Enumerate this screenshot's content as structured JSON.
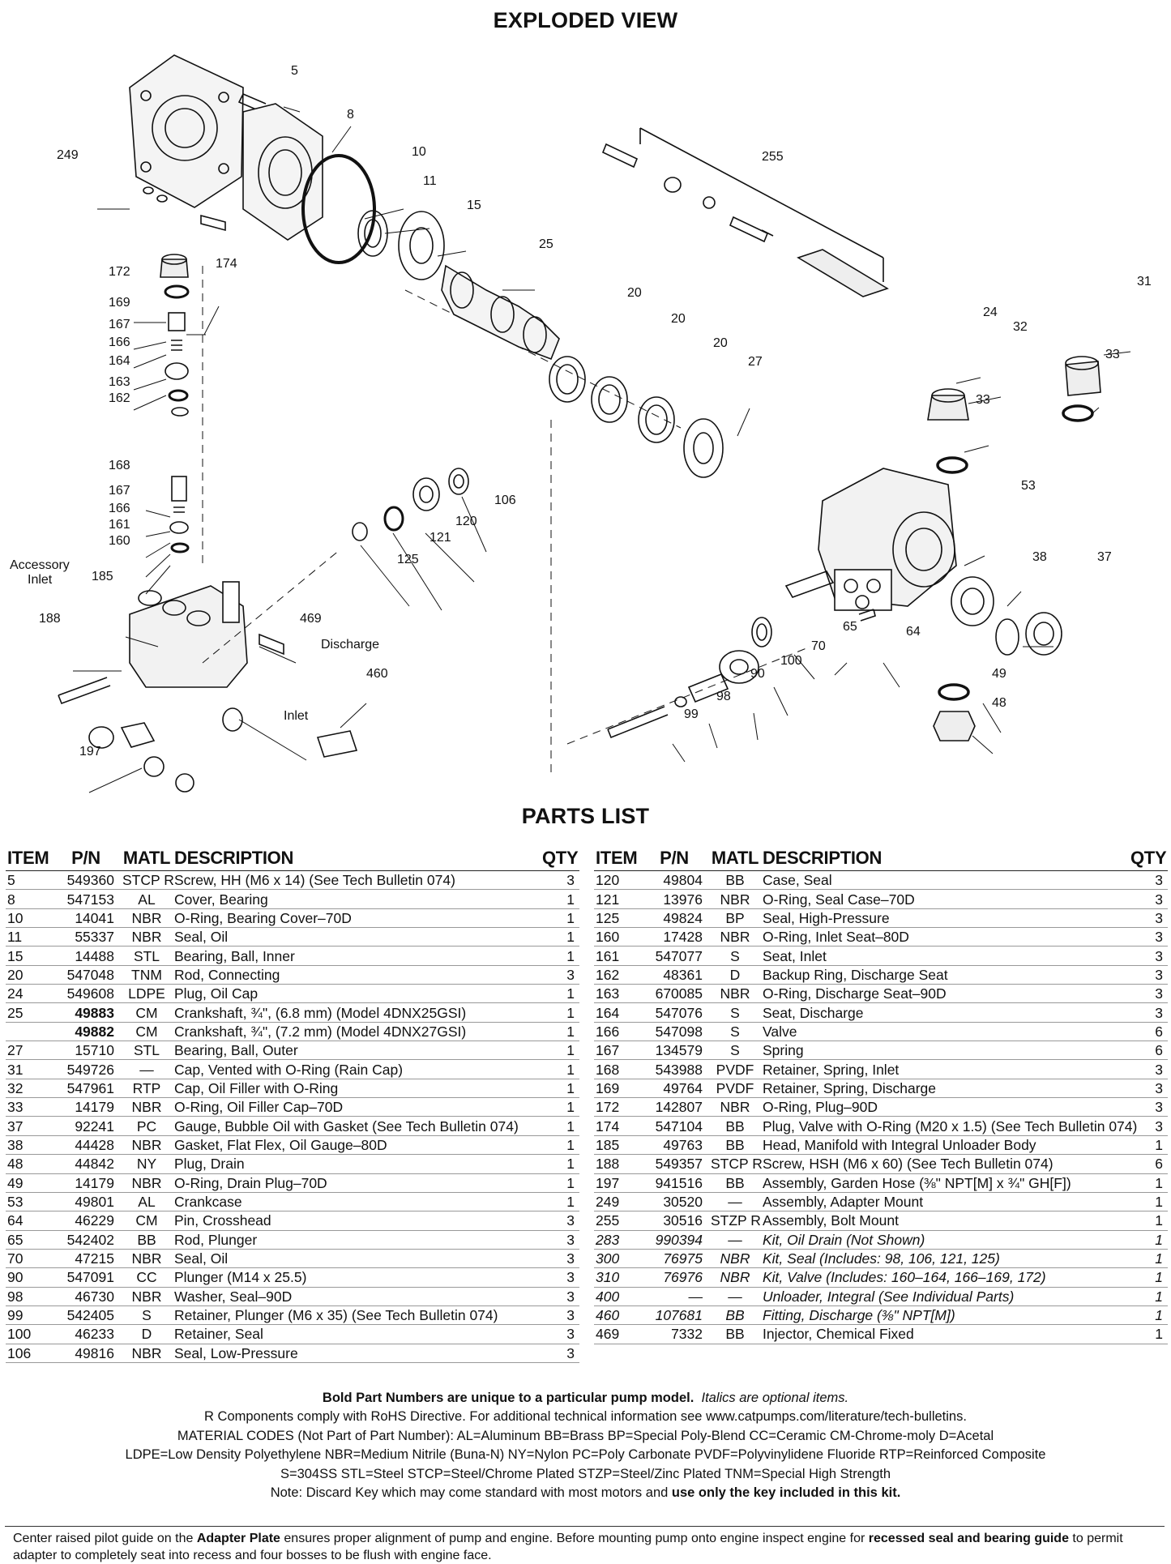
{
  "exploded_title": "EXPLODED VIEW",
  "parts_title": "PARTS LIST",
  "diagram_labels": {
    "l5": "5",
    "l8": "8",
    "l249": "249",
    "l10": "10",
    "l11": "11",
    "l15": "15",
    "l255": "255",
    "l25": "25",
    "l172": "172",
    "l174": "174",
    "l169": "169",
    "l167a": "167",
    "l166a": "166",
    "l164": "164",
    "l163": "163",
    "l162": "162",
    "l20a": "20",
    "l20b": "20",
    "l20c": "20",
    "l27": "27",
    "l31": "31",
    "l24": "24",
    "l32": "32",
    "l33a": "33",
    "l33b": "33",
    "l168": "168",
    "l167b": "167",
    "l166b": "166",
    "l161": "161",
    "l160": "160",
    "l106": "106",
    "l120": "120",
    "l121": "121",
    "l125": "125",
    "l53": "53",
    "acc1": "Accessory",
    "acc2": "Inlet",
    "l185": "185",
    "l188": "188",
    "l469": "469",
    "discharge": "Discharge",
    "l460": "460",
    "inlet": "Inlet",
    "l197": "197",
    "l38": "38",
    "l37": "37",
    "l65": "65",
    "l64": "64",
    "l70": "70",
    "l100": "100",
    "l90": "90",
    "l98": "98",
    "l99": "99",
    "l49": "49",
    "l48": "48"
  },
  "table_headers": {
    "item": "ITEM",
    "pn": "P/N",
    "matl": "MATL",
    "desc": "DESCRIPTION",
    "qty": "QTY"
  },
  "parts_left": [
    {
      "item": "5",
      "pn": "549360",
      "matl": "STCP R",
      "desc": "Screw, HH (M6 x 14) (See Tech Bulletin 074)",
      "qty": "3"
    },
    {
      "item": "8",
      "pn": "547153",
      "matl": "AL",
      "desc": "Cover, Bearing",
      "qty": "1"
    },
    {
      "item": "10",
      "pn": "14041",
      "matl": "NBR",
      "desc": "O-Ring, Bearing Cover–70D",
      "qty": "1"
    },
    {
      "item": "11",
      "pn": "55337",
      "matl": "NBR",
      "desc": "Seal, Oil",
      "qty": "1"
    },
    {
      "item": "15",
      "pn": "14488",
      "matl": "STL",
      "desc": "Bearing, Ball, Inner",
      "qty": "1"
    },
    {
      "item": "20",
      "pn": "547048",
      "matl": "TNM",
      "desc": "Rod, Connecting",
      "qty": "3"
    },
    {
      "item": "24",
      "pn": "549608",
      "matl": "LDPE",
      "desc": "Plug, Oil Cap",
      "qty": "1"
    },
    {
      "item": "25",
      "pn": "49883",
      "matl": "CM",
      "desc": "Crankshaft, ¾\", (6.8 mm) (Model 4DNX25GSI)",
      "qty": "1",
      "bold": true
    },
    {
      "item": "",
      "pn": "49882",
      "matl": "CM",
      "desc": "Crankshaft, ¾\", (7.2 mm) (Model 4DNX27GSI)",
      "qty": "1",
      "bold": true
    },
    {
      "item": "27",
      "pn": "15710",
      "matl": "STL",
      "desc": "Bearing, Ball, Outer",
      "qty": "1"
    },
    {
      "item": "31",
      "pn": "549726",
      "matl": "—",
      "desc": "Cap, Vented with O-Ring (Rain Cap)",
      "qty": "1"
    },
    {
      "item": "32",
      "pn": "547961",
      "matl": "RTP",
      "desc": "Cap, Oil Filler with O-Ring",
      "qty": "1"
    },
    {
      "item": "33",
      "pn": "14179",
      "matl": "NBR",
      "desc": "O-Ring, Oil Filler Cap–70D",
      "qty": "1"
    },
    {
      "item": "37",
      "pn": "92241",
      "matl": "PC",
      "desc": "Gauge, Bubble Oil with Gasket (See Tech Bulletin 074)",
      "qty": "1"
    },
    {
      "item": "38",
      "pn": "44428",
      "matl": "NBR",
      "desc": "Gasket, Flat Flex, Oil Gauge–80D",
      "qty": "1"
    },
    {
      "item": "48",
      "pn": "44842",
      "matl": "NY",
      "desc": "Plug, Drain",
      "qty": "1"
    },
    {
      "item": "49",
      "pn": "14179",
      "matl": "NBR",
      "desc": "O-Ring, Drain Plug–70D",
      "qty": "1"
    },
    {
      "item": "53",
      "pn": "49801",
      "matl": "AL",
      "desc": "Crankcase",
      "qty": "1"
    },
    {
      "item": "64",
      "pn": "46229",
      "matl": "CM",
      "desc": "Pin, Crosshead",
      "qty": "3"
    },
    {
      "item": "65",
      "pn": "542402",
      "matl": "BB",
      "desc": "Rod, Plunger",
      "qty": "3"
    },
    {
      "item": "70",
      "pn": "47215",
      "matl": "NBR",
      "desc": "Seal, Oil",
      "qty": "3"
    },
    {
      "item": "90",
      "pn": "547091",
      "matl": "CC",
      "desc": "Plunger (M14 x 25.5)",
      "qty": "3"
    },
    {
      "item": "98",
      "pn": "46730",
      "matl": "NBR",
      "desc": "Washer, Seal–90D",
      "qty": "3"
    },
    {
      "item": "99",
      "pn": "542405",
      "matl": "S",
      "desc": "Retainer, Plunger (M6 x 35) (See Tech Bulletin 074)",
      "qty": "3"
    },
    {
      "item": "100",
      "pn": "46233",
      "matl": "D",
      "desc": "Retainer, Seal",
      "qty": "3"
    },
    {
      "item": "106",
      "pn": "49816",
      "matl": "NBR",
      "desc": "Seal, Low-Pressure",
      "qty": "3"
    }
  ],
  "parts_right": [
    {
      "item": "120",
      "pn": "49804",
      "matl": "BB",
      "desc": "Case, Seal",
      "qty": "3"
    },
    {
      "item": "121",
      "pn": "13976",
      "matl": "NBR",
      "desc": "O-Ring, Seal Case–70D",
      "qty": "3"
    },
    {
      "item": "125",
      "pn": "49824",
      "matl": "BP",
      "desc": "Seal, High-Pressure",
      "qty": "3"
    },
    {
      "item": "160",
      "pn": "17428",
      "matl": "NBR",
      "desc": "O-Ring, Inlet Seat–80D",
      "qty": "3"
    },
    {
      "item": "161",
      "pn": "547077",
      "matl": "S",
      "desc": "Seat, Inlet",
      "qty": "3"
    },
    {
      "item": "162",
      "pn": "48361",
      "matl": "D",
      "desc": "Backup Ring, Discharge Seat",
      "qty": "3"
    },
    {
      "item": "163",
      "pn": "670085",
      "matl": "NBR",
      "desc": "O-Ring, Discharge Seat–90D",
      "qty": "3"
    },
    {
      "item": "164",
      "pn": "547076",
      "matl": "S",
      "desc": "Seat, Discharge",
      "qty": "3"
    },
    {
      "item": "166",
      "pn": "547098",
      "matl": "S",
      "desc": "Valve",
      "qty": "6"
    },
    {
      "item": "167",
      "pn": "134579",
      "matl": "S",
      "desc": "Spring",
      "qty": "6"
    },
    {
      "item": "168",
      "pn": "543988",
      "matl": "PVDF",
      "desc": "Retainer, Spring, Inlet",
      "qty": "3"
    },
    {
      "item": "169",
      "pn": "49764",
      "matl": "PVDF",
      "desc": "Retainer, Spring, Discharge",
      "qty": "3"
    },
    {
      "item": "172",
      "pn": "142807",
      "matl": "NBR",
      "desc": "O-Ring, Plug–90D",
      "qty": "3"
    },
    {
      "item": "174",
      "pn": "547104",
      "matl": "BB",
      "desc": "Plug, Valve with O-Ring (M20 x 1.5) (See Tech Bulletin 074)",
      "qty": "3"
    },
    {
      "item": "185",
      "pn": "49763",
      "matl": "BB",
      "desc": "Head, Manifold with Integral Unloader Body",
      "qty": "1"
    },
    {
      "item": "188",
      "pn": "549357",
      "matl": "STCP R",
      "desc": "Screw, HSH (M6 x 60) (See Tech Bulletin 074)",
      "qty": "6"
    },
    {
      "item": "197",
      "pn": "941516",
      "matl": "BB",
      "desc": "Assembly, Garden Hose (⅜\" NPT[M] x ¾\" GH[F])",
      "qty": "1"
    },
    {
      "item": "249",
      "pn": "30520",
      "matl": "—",
      "desc": "Assembly, Adapter Mount",
      "qty": "1"
    },
    {
      "item": "255",
      "pn": "30516",
      "matl": "STZP R",
      "desc": "Assembly, Bolt Mount",
      "qty": "1"
    },
    {
      "item": "283",
      "pn": "990394",
      "matl": "—",
      "desc": "Kit, Oil Drain (Not Shown)",
      "qty": "1",
      "italic": true
    },
    {
      "item": "300",
      "pn": "76975",
      "matl": "NBR",
      "desc": "Kit, Seal (Includes: 98, 106, 121, 125)",
      "qty": "1",
      "italic": true
    },
    {
      "item": "310",
      "pn": "76976",
      "matl": "NBR",
      "desc": "Kit, Valve (Includes: 160–164, 166–169, 172)",
      "qty": "1",
      "italic": true
    },
    {
      "item": "400",
      "pn": "—",
      "matl": "—",
      "desc": "Unloader, Integral (See Individual Parts)",
      "qty": "1",
      "italic": true
    },
    {
      "item": "460",
      "pn": "107681",
      "matl": "BB",
      "desc": "Fitting, Discharge (⅜\" NPT[M])",
      "qty": "1",
      "italic": true
    },
    {
      "item": "469",
      "pn": "7332",
      "matl": "BB",
      "desc": "Injector, Chemical Fixed",
      "qty": "1"
    }
  ],
  "notes": {
    "bold_note": "Bold Part Numbers are unique to a particular pump model.",
    "italic_note": "Italics are optional items.",
    "rohs": "R Components comply with RoHS Directive.  For additional technical information see www.catpumps.com/literature/tech-bulletins.",
    "mat1": "MATERIAL CODES (Not Part of Part Number):  AL=Aluminum  BB=Brass  BP=Special Poly-Blend  CC=Ceramic  CM-Chrome-moly  D=Acetal",
    "mat2": "LDPE=Low Density Polyethylene  NBR=Medium Nitrile (Buna-N)  NY=Nylon  PC=Poly Carbonate  PVDF=Polyvinylidene Fluoride  RTP=Reinforced Composite",
    "mat3": "S=304SS  STL=Steel  STCP=Steel/Chrome Plated  STZP=Steel/Zinc Plated  TNM=Special High Strength",
    "key_a": "Note: Discard Key which may come standard with most motors and ",
    "key_b": "use only the key included in this kit."
  },
  "footer": {
    "p1": "Center raised pilot guide on the ",
    "p2": "Adapter Plate",
    "p3": " ensures proper alignment of pump and engine. Before mounting pump onto engine inspect engine for ",
    "p4": "recessed seal and bearing guide",
    "p5": " to permit adapter to completely seat into recess and four bosses to be flush with engine face."
  }
}
